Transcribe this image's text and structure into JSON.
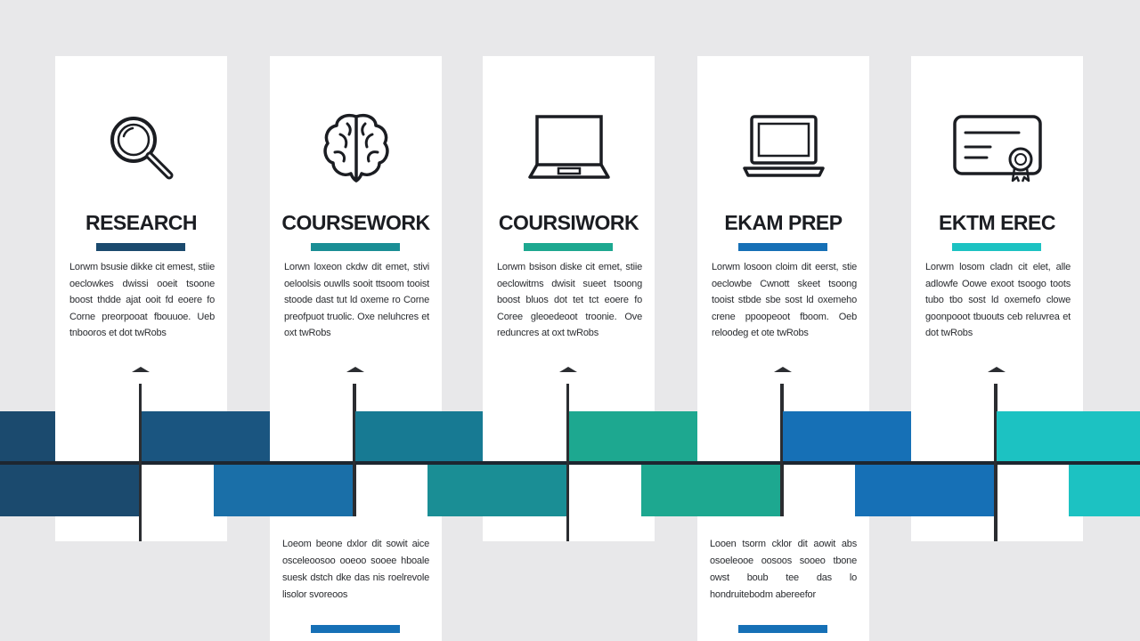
{
  "colors": {
    "background": "#e8e8ea",
    "navy": "#1b4a6e",
    "blue": "#1a6fa8",
    "teal_dark": "#177a93",
    "teal": "#1a8e95",
    "green": "#1da890",
    "bright_blue": "#1670b6",
    "cyan": "#1cc2c2"
  },
  "stages": [
    {
      "icon": "magnifying-glass-icon",
      "title": "RESEARCH",
      "accent": "#1b4a6e",
      "text": "Lorwm bsusie dikke cit emest, stiie oeclowkes dwissi ooeit tsoone boost thdde ajat ooit fd eoere fo Corne preorpooat fbouuoe. Ueb tnbooros et dot twRobs"
    },
    {
      "icon": "brain-icon",
      "title": "COURSEWORK",
      "accent": "#1a8e95",
      "text": "Lorwn loxeon ckdw dit emet, stivi oeloolsis ouwlls sooit ttsoom tooist stoode dast tut ld oxeme ro Corne preofpuot truolic. Oxe neluhcres et oxt twRobs",
      "lower_text": "Loeom beone dxlor dit sowit aice osceleoosoo ooeoo sooee hboale suesk dstch dke das nis roelrevole lisolor svoreoos",
      "lower_accent": "#1670b6"
    },
    {
      "icon": "laptop-icon",
      "title": "COURSIWORK",
      "accent": "#1da890",
      "text": "Lorwm bsison diske cit emet, stiie oeclowitms dwisit sueet tsoong boost bluos dot tet tct eoere fo Coree gleoedeoot troonie. Ove reduncres at oxt twRobs"
    },
    {
      "icon": "laptop-icon",
      "title": "EKAM PREP",
      "accent": "#1670b6",
      "text": "Lorwm losoon cloim dit eerst, stie oeclowbe Cwnott skeet tsoong tooist stbde sbe sost ld oxemeho crene ppoopeoot fboom. Oeb reloodeg et ote twRobs",
      "lower_text": "Looen tsorm cklor dit aowit abs osoeleooe oosoos sooeo tbone owst boub tee das lo hondruitebodm abereefor",
      "lower_accent": "#1670b6"
    },
    {
      "icon": "certificate-icon",
      "title": "EKTM EREC",
      "accent": "#1cc2c2",
      "text": "Lorwm losom cladn cit elet, alle adlowfe Oowe exoot tsoogo toots tubo tbo sost ld oxemefo clowe goonpooot tbuouts ceb reluvrea et dot twRobs"
    }
  ]
}
